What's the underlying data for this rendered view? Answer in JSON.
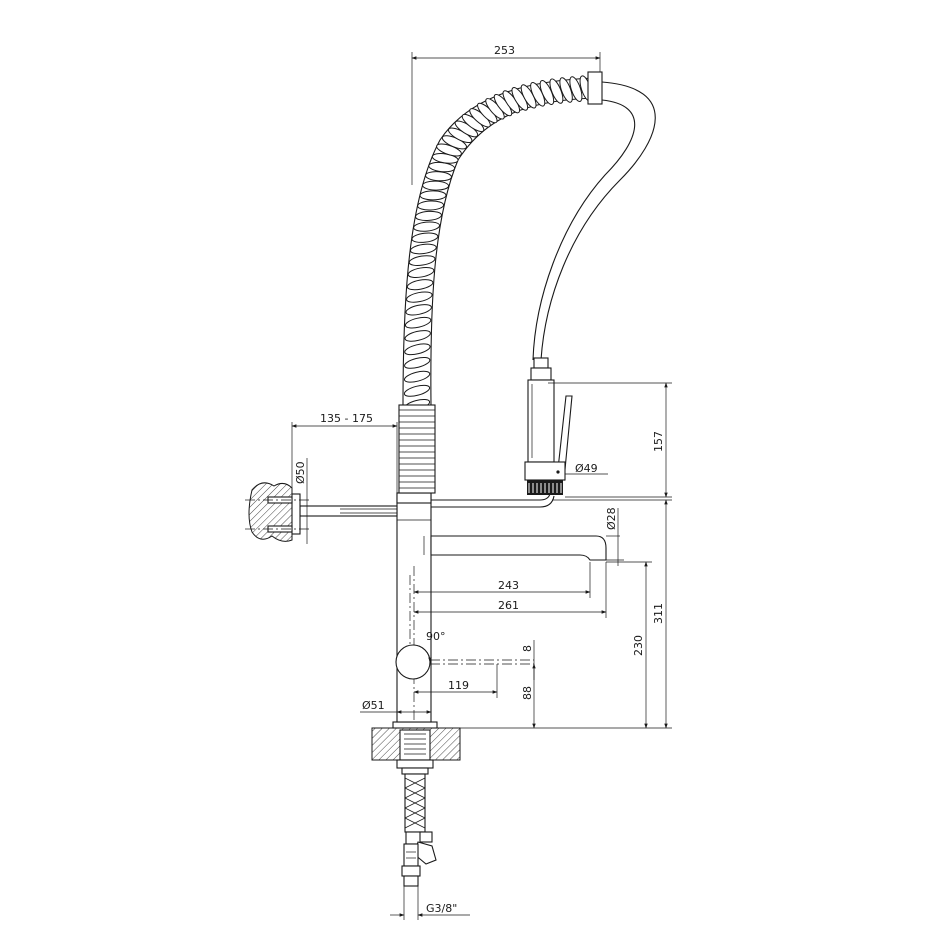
{
  "drawing": {
    "dimensions": {
      "spring_reach": "253",
      "spray_head_height": "157",
      "spray_head_diameter": "49",
      "wall_bracket_range": "135 - 175",
      "wall_plate_diameter": "50",
      "spout_diameter": "28",
      "spout_reach_outlet": "243",
      "spout_reach_tip": "261",
      "lever_rotation": "90°",
      "lever_thickness": "8",
      "total_height_to_spout": "311",
      "spout_outlet_height": "230",
      "lever_reach": "119",
      "lever_height": "88",
      "body_diameter": "51",
      "connection_thread": "G3/8\""
    }
  }
}
